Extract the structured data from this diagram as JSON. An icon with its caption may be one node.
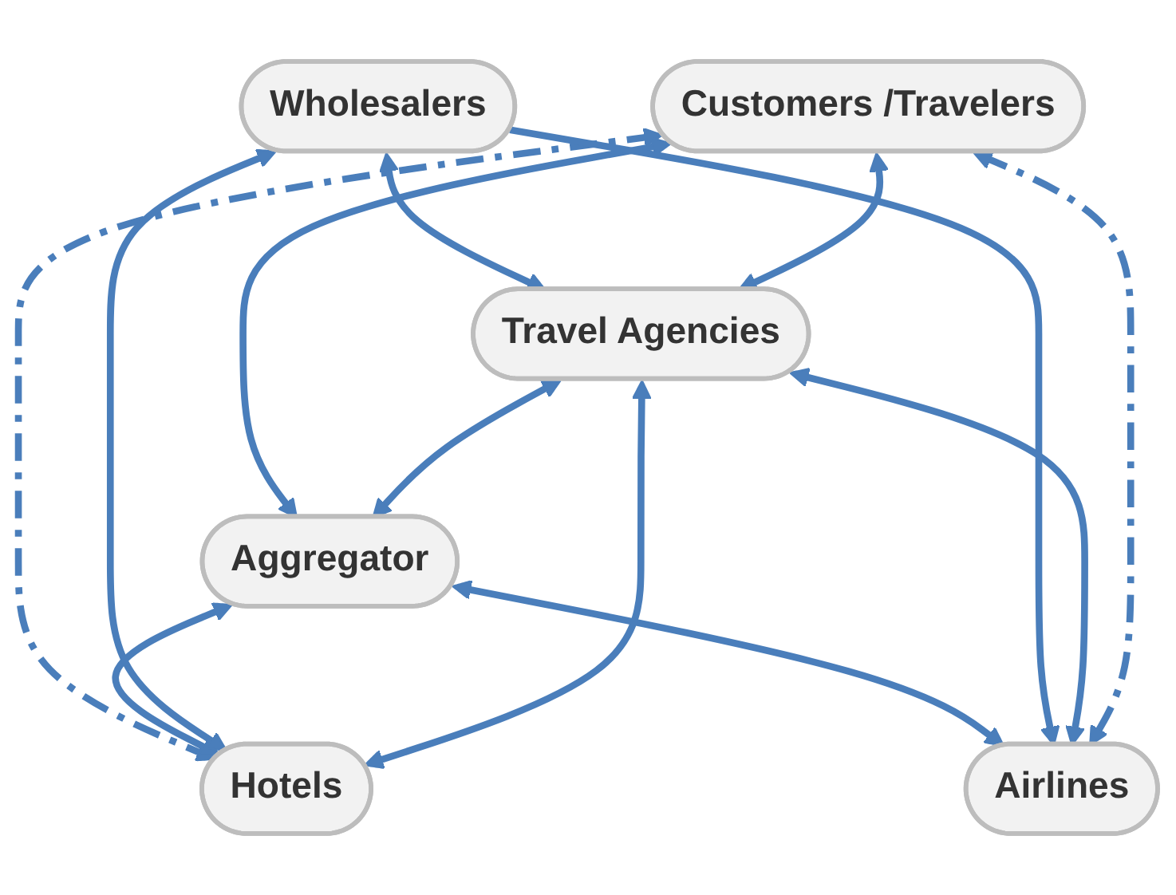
{
  "diagram": {
    "nodes": [
      {
        "text": [
          "Aggregator"
        ]
      },
      {
        "text": [
          "Hotels"
        ]
      },
      {
        "text": [
          "Wholesalers"
        ]
      },
      {
        "text": [
          "Customers /Travelers"
        ]
      },
      {
        "text": [
          "Travel Agencies"
        ]
      },
      {
        "text": [
          "Airlines"
        ]
      }
    ],
    "edges": [
      {
        "from": 3,
        "to": 1,
        "arrow": "both",
        "style": "dashed"
      },
      {
        "from": 3,
        "to": 0,
        "arrow": "both"
      },
      {
        "from": 0,
        "to": 1,
        "arrow": "both"
      },
      {
        "from": 4,
        "to": 0,
        "arrow": "both"
      },
      {
        "from": 0,
        "to": 5,
        "arrow": "both"
      },
      {
        "from": 2,
        "to": 1,
        "arrow": "both"
      },
      {
        "from": 2,
        "to": 4,
        "arrow": "both"
      },
      {
        "from": 2,
        "to": 5,
        "arrow": "to"
      },
      {
        "from": 4,
        "to": 1,
        "arrow": "both"
      },
      {
        "from": 3,
        "to": 4,
        "arrow": "both"
      },
      {
        "from": 4,
        "to": 5,
        "arrow": "both"
      },
      {
        "from": 3,
        "to": 5,
        "arrow": "both",
        "style": "dashed"
      }
    ]
  }
}
